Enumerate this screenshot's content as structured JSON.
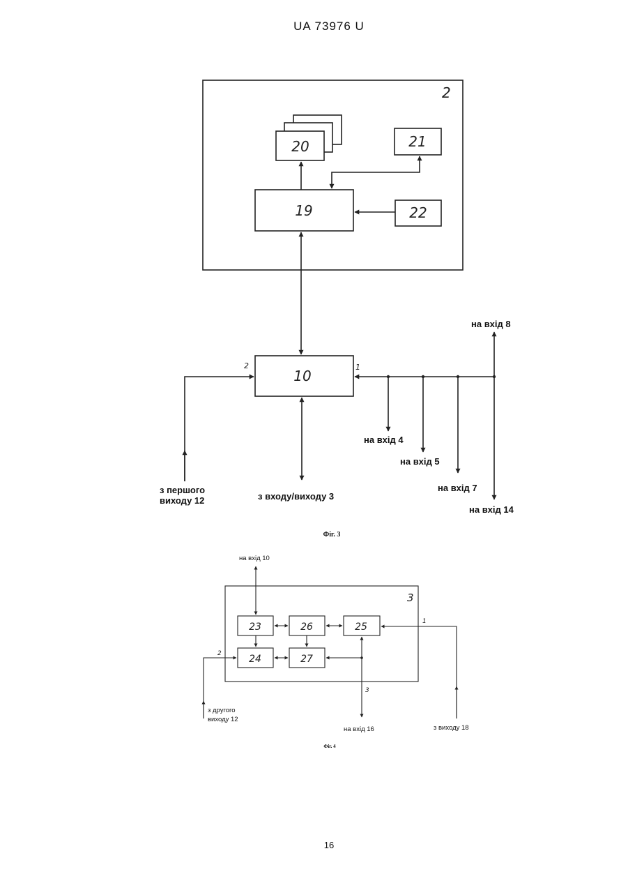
{
  "header": "UA   73976   U",
  "page_number": "16",
  "fig3": {
    "caption": "Фіг. 3",
    "frame_number": "2",
    "blocks": {
      "b20": "20",
      "b21": "21",
      "b19": "19",
      "b22": "22",
      "b10": "10"
    },
    "pins": {
      "p1": "1",
      "p2": "2"
    },
    "labels": {
      "in8": "на вхід 8",
      "in4": "на вхід 4",
      "in5": "на вхід 5",
      "in7": "на вхід 7",
      "in14": "на вхід 14",
      "from12_l1": "з першого",
      "from12_l2": "виходу 12",
      "io3": "з входу/виходу 3"
    }
  },
  "fig4": {
    "caption": "Фіг. 4",
    "frame_number": "3",
    "blocks": {
      "b23": "23",
      "b26": "26",
      "b25": "25",
      "b24": "24",
      "b27": "27"
    },
    "pins": {
      "p1": "1",
      "p2": "2",
      "p3": "3"
    },
    "labels": {
      "in10": "на вхід 10",
      "from12_l1": "з другого",
      "from12_l2": "виходу 12",
      "in16": "на вхід 16",
      "from18": "з виходу 18"
    }
  }
}
